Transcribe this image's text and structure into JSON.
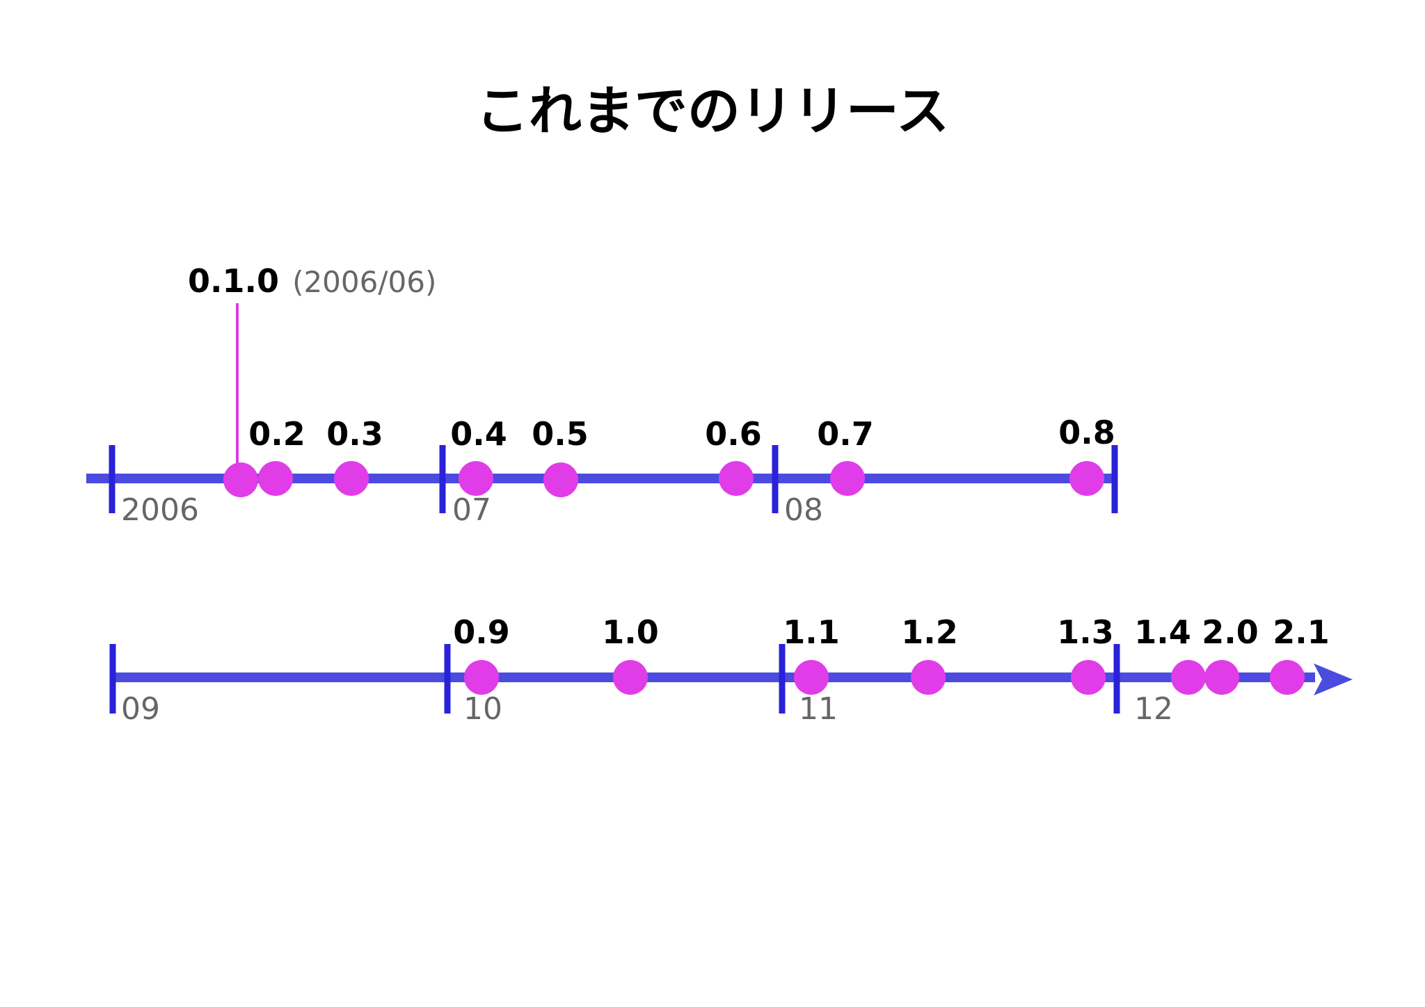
{
  "title": "これまでのリリース",
  "first_release": {
    "version": "0.1.0",
    "date": "(2006/06)"
  },
  "colors": {
    "axis": "#4b4be0",
    "tick": "#2a22d8",
    "dot": "#e03de8",
    "callout": "#d63de0",
    "text": "#000000",
    "year_text": "#666666"
  },
  "rows": [
    {
      "years": [
        "2006",
        "07",
        "08"
      ],
      "releases": [
        "0.2",
        "0.3",
        "0.4",
        "0.5",
        "0.6",
        "0.7",
        "0.8"
      ],
      "arrow": false
    },
    {
      "years": [
        "09",
        "10",
        "11",
        "12"
      ],
      "releases": [
        "0.9",
        "1.0",
        "1.1",
        "1.2",
        "1.3",
        "1.4",
        "2.0",
        "2.1"
      ],
      "arrow": true
    }
  ]
}
